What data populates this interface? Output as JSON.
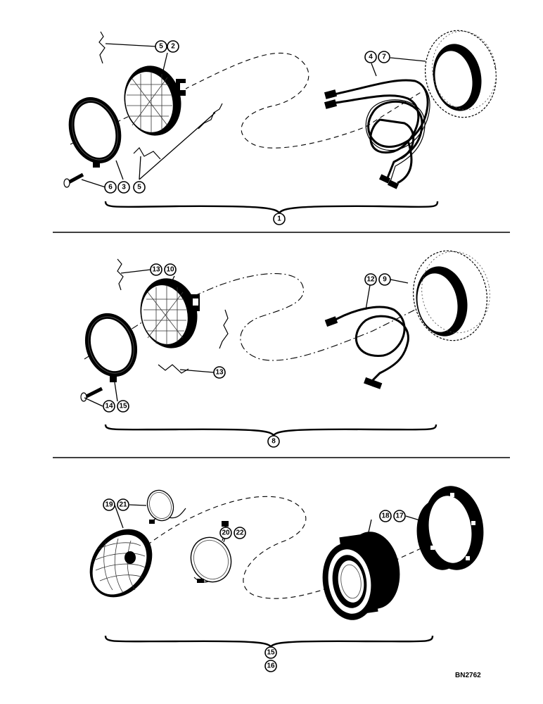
{
  "drawing_number": "BN2762",
  "sections": [
    {
      "assembly_callout": "1",
      "part_callouts": {
        "spring_top": "5",
        "sealed_beam": "2",
        "ring_screw": "6",
        "retaining_ring": "3",
        "spring_bottom": "5",
        "wiring": "4",
        "mounting": "7"
      }
    },
    {
      "assembly_callout": "8",
      "part_callouts": {
        "spring_top": "13",
        "sealed_beam": "10",
        "wiring": "12",
        "mounting": "9",
        "spring_bottom": "13",
        "ring_screw": "14",
        "retaining_ring": "15"
      }
    },
    {
      "assembly_callouts": [
        "15",
        "16"
      ],
      "part_callouts": {
        "lens_grille": "19",
        "gasket": "21",
        "bulb_unit": "20",
        "bulb_unit_alt": "22",
        "housing": "18",
        "mounting_ring": "17"
      }
    }
  ]
}
